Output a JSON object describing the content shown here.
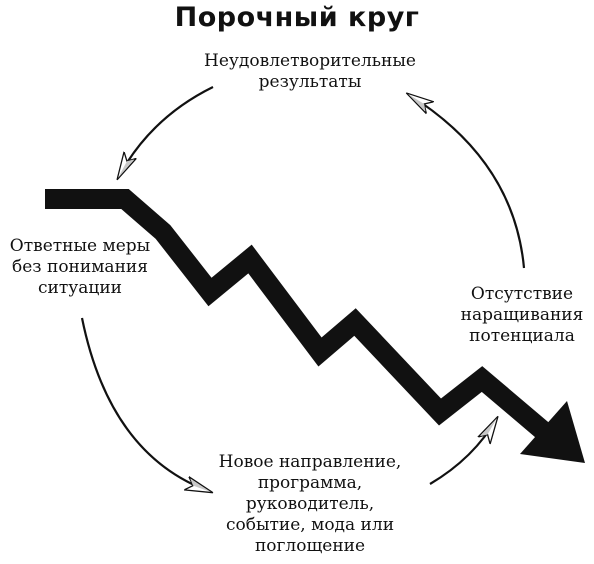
{
  "title": "Порочный круг",
  "labels": {
    "top": [
      "Неудовлетворительные",
      "результаты"
    ],
    "left": [
      "Ответные меры",
      "без понимания",
      "ситуации"
    ],
    "right": [
      "Отсутствие",
      "наращивания",
      "потенциала"
    ],
    "bottom": [
      "Новое направление,",
      "программа,",
      "руководитель,",
      "событие, мода или",
      "поглощение"
    ]
  },
  "colors": {
    "ink": "#111111",
    "background": "#ffffff"
  }
}
